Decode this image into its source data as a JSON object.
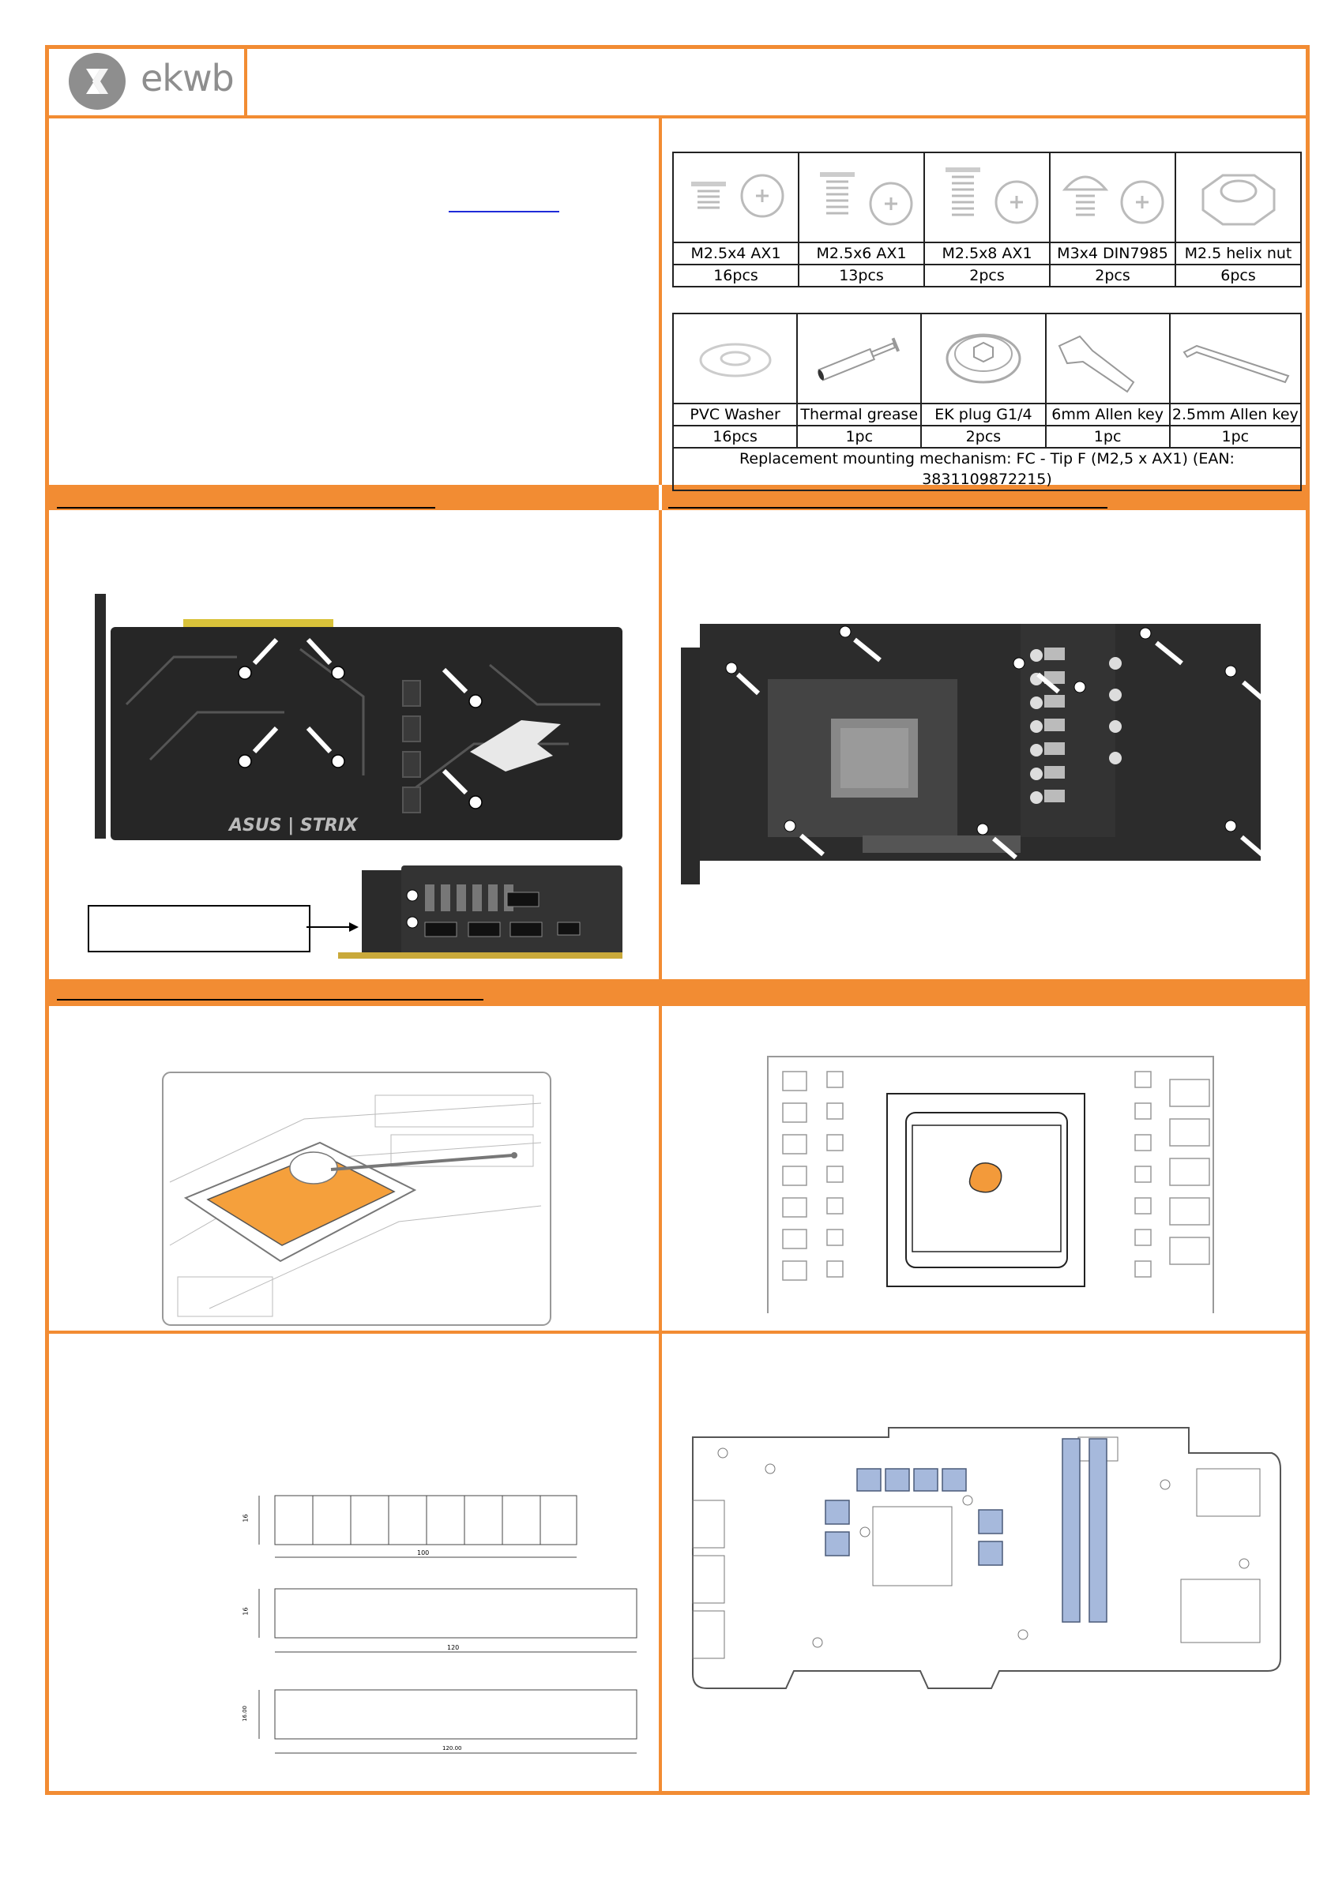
{
  "brand": {
    "name": "ekwb"
  },
  "parts_row1": [
    {
      "name": "M2.5x4 AX1",
      "qty": "16pcs",
      "icon": "screw-icon"
    },
    {
      "name": "M2.5x6 AX1",
      "qty": "13pcs",
      "icon": "screw-icon"
    },
    {
      "name": "M2.5x8 AX1",
      "qty": "2pcs",
      "icon": "screw-icon"
    },
    {
      "name": "M3x4 DIN7985",
      "qty": "2pcs",
      "icon": "pan-screw-icon"
    },
    {
      "name": "M2.5 helix nut",
      "qty": "6pcs",
      "icon": "hex-nut-icon"
    }
  ],
  "parts_row2": [
    {
      "name": "PVC Washer",
      "qty": "16pcs",
      "icon": "washer-icon"
    },
    {
      "name": "Thermal grease",
      "qty": "1pc",
      "icon": "syringe-icon"
    },
    {
      "name": "EK plug G1/4",
      "qty": "2pcs",
      "icon": "plug-icon"
    },
    {
      "name": "6mm Allen key",
      "qty": "1pc",
      "icon": "allen-key-icon"
    },
    {
      "name": "2.5mm Allen key",
      "qty": "1pc",
      "icon": "allen-key-icon"
    }
  ],
  "replacement_note": "Replacement mounting mechanism: FC - Tip F (M2,5 x AX1) (EAN: 3831109872215)",
  "pad_drawings": {
    "pad1": {
      "height": "16",
      "length": "100"
    },
    "pad2": {
      "height": "16",
      "length": "120"
    },
    "pad3": {
      "height": "16.00",
      "length": "120.00"
    }
  },
  "colors": {
    "accent": "#f28c33",
    "pad_blue": "#a6b9dc",
    "grease": "#f5a03c"
  }
}
